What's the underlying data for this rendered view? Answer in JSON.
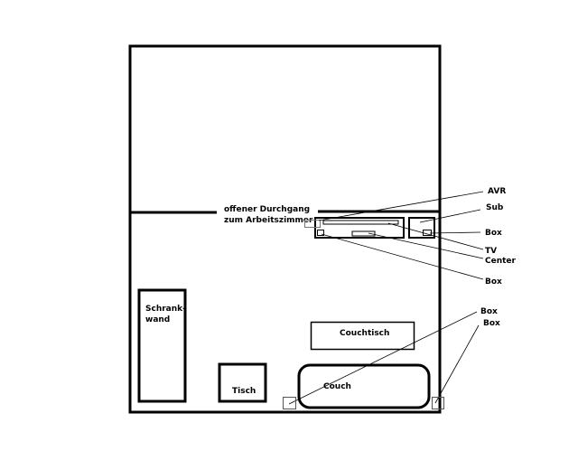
{
  "labels": {
    "passage_line1": "offener Durchgang",
    "passage_line2": "zum Arbeitszimmer",
    "avr": "AVR",
    "sub": "Sub",
    "box_right_wall": "Box",
    "tv": "TV",
    "center": "Center",
    "box_left_tv": "Box",
    "box_couch_left": "Box",
    "box_couch_right": "Box",
    "schrankwand_line1": "Schrank-",
    "schrankwand_line2": "wand",
    "couchtisch": "Couchtisch",
    "tisch": "Tisch",
    "couch": "Couch"
  }
}
